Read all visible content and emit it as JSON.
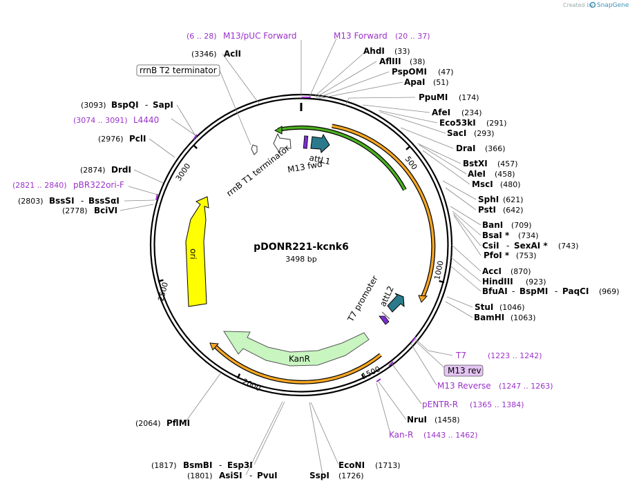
{
  "credit": {
    "text": "Created by",
    "brand": "SnapGene"
  },
  "plasmid": {
    "name": "pDONR221-kcnk6",
    "length": "3498 bp"
  },
  "ticks": [
    "500",
    "1000",
    "1500",
    "2000",
    "2500",
    "3000"
  ],
  "features": {
    "attL1": "attL1",
    "m13_fwd": "M13 fwd",
    "rrnb_t1": "rrnB T1 terminator",
    "rrnb_t2": "rrnB T2 terminator",
    "ori": "ori",
    "kanr": "KanR",
    "t7_promoter": "T7 promoter",
    "attL2": "attL2",
    "m13_rev": "M13 rev"
  },
  "primers": {
    "m13_puc_fwd": {
      "range": "(6 .. 28)",
      "name": "M13/pUC Forward"
    },
    "m13_fwd": {
      "name": "M13 Forward",
      "range": "(20 .. 37)"
    },
    "l4440": {
      "range": "(3074 .. 3091)",
      "name": "L4440"
    },
    "pbr322ori": {
      "range": "(2821 .. 2840)",
      "name": "pBR322ori-F"
    },
    "t7": {
      "name": "T7",
      "range": "(1223 .. 1242)"
    },
    "m13_reverse": {
      "name": "M13 Reverse",
      "range": "(1247 .. 1263)"
    },
    "pentr_r": {
      "name": "pENTR-R",
      "range": "(1365 .. 1384)"
    },
    "kan_r": {
      "name": "Kan-R",
      "range": "(1443 .. 1462)"
    }
  },
  "enzymes": {
    "acli": {
      "pos": "(3346)",
      "name": "AclI"
    },
    "ahdi": {
      "name": "AhdI",
      "pos": "(33)"
    },
    "aflIII": {
      "name": "AflIII",
      "pos": "(38)"
    },
    "pspomi": {
      "name": "PspOMI",
      "pos": "(47)"
    },
    "apai": {
      "name": "ApaI",
      "pos": "(51)"
    },
    "ppumi": {
      "name": "PpuMI",
      "pos": "(174)"
    },
    "afei": {
      "name": "AfeI",
      "pos": "(234)"
    },
    "eco53ki": {
      "name": "Eco53kI",
      "pos": "(291)"
    },
    "saci": {
      "name": "SacI",
      "pos": "(293)"
    },
    "drai": {
      "name": "DraI",
      "pos": "(366)"
    },
    "bstxi": {
      "name": "BstXI",
      "pos": "(457)"
    },
    "alei": {
      "name": "AleI",
      "pos": "(458)"
    },
    "msci": {
      "name": "MscI",
      "pos": "(480)"
    },
    "sphi": {
      "name": "SphI",
      "pos": "(621)"
    },
    "psti": {
      "name": "PstI",
      "pos": "(642)"
    },
    "bani": {
      "name": "BanI",
      "pos": "(709)"
    },
    "bsai": {
      "name": "BsaI *",
      "pos": "(734)"
    },
    "csii": {
      "name": "CsiI",
      "sep": "-",
      "name2": "SexAI *",
      "pos": "(743)"
    },
    "pfoi": {
      "name": "PfoI *",
      "pos": "(753)"
    },
    "acci": {
      "name": "AccI",
      "pos": "(870)"
    },
    "hindiii": {
      "name": "HindIII",
      "pos": "(923)"
    },
    "bfuai": {
      "name": "BfuAI",
      "sep": "-",
      "name2": "BspMI",
      "sep2": "-",
      "name3": "PaqCI",
      "pos": "(969)"
    },
    "stui": {
      "name": "StuI",
      "pos": "(1046)"
    },
    "bamhi": {
      "name": "BamHI",
      "pos": "(1063)"
    },
    "nrui": {
      "name": "NruI",
      "pos": "(1458)"
    },
    "econi": {
      "name": "EcoNI",
      "pos": "(1713)"
    },
    "sspi": {
      "name": "SspI",
      "pos": "(1726)"
    },
    "bsmbi": {
      "pos": "(1817)",
      "name": "BsmBI",
      "sep": "-",
      "name2": "Esp3I"
    },
    "asisi": {
      "pos": "(1801)",
      "name": "AsiSI",
      "sep": "-",
      "name2": "PvuI"
    },
    "pflmi": {
      "pos": "(2064)",
      "name": "PflMI"
    },
    "bspqi": {
      "pos": "(3093)",
      "name": "BspQI",
      "sep": "-",
      "name2": "SapI"
    },
    "pcli": {
      "pos": "(2976)",
      "name": "PclI"
    },
    "drdi": {
      "pos": "(2874)",
      "name": "DrdI"
    },
    "bsssi": {
      "pos": "(2803)",
      "name": "BssSI",
      "sep": "-",
      "name2": "BssSαI"
    },
    "bcivi": {
      "pos": "(2778)",
      "name": "BciVI"
    }
  },
  "colors": {
    "backbone": "#000000",
    "orange_feature": "#f5a623",
    "green_feature": "#4caf20",
    "ori": "#ffff00",
    "kanr": "#c8f5c0",
    "att": "#2a7a8c",
    "primer": "#9a31c9"
  }
}
